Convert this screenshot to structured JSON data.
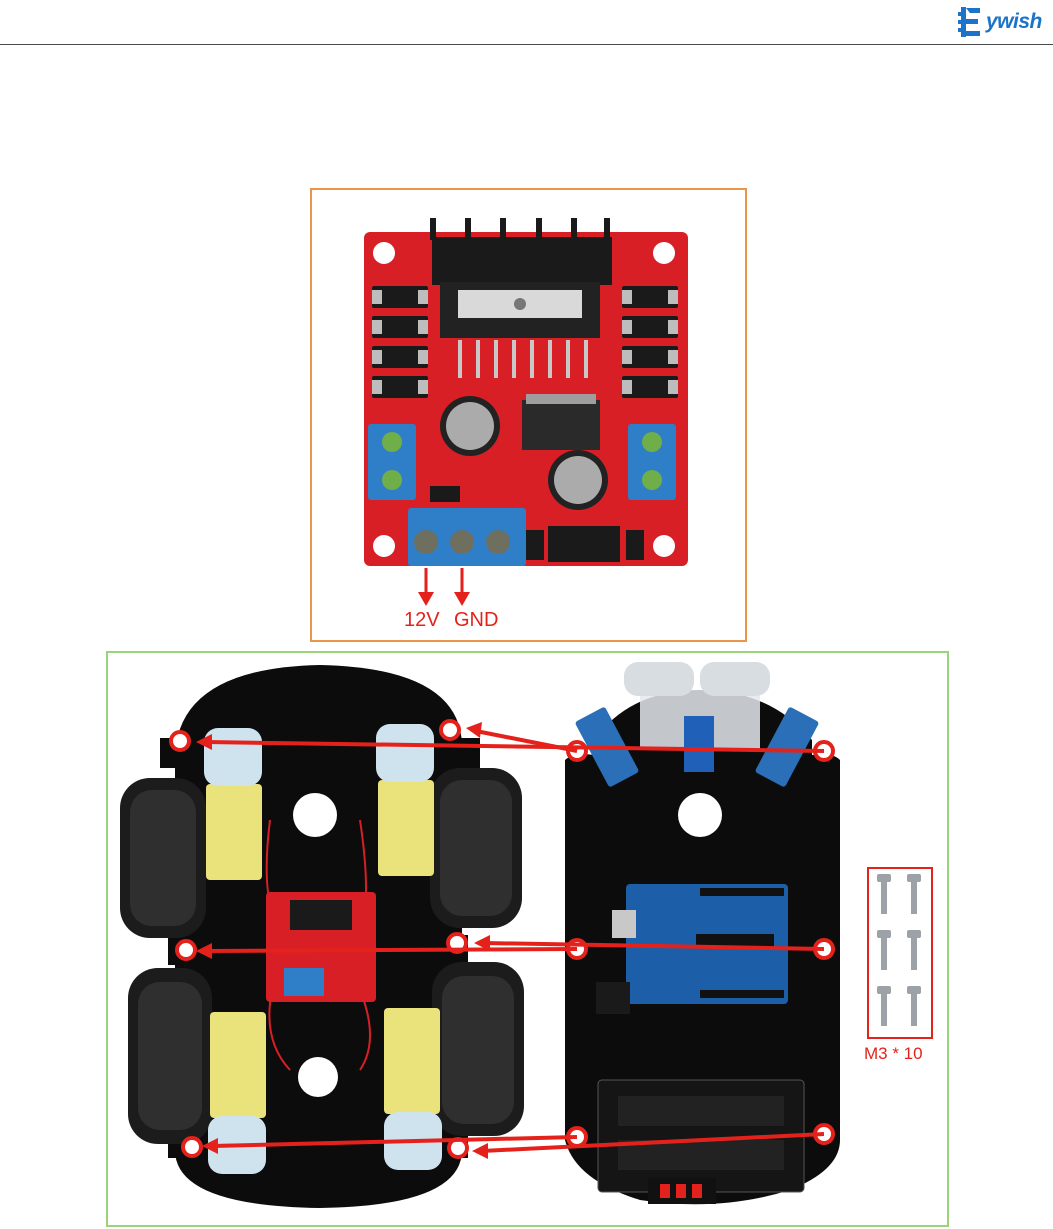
{
  "header": {
    "brand": "ywish",
    "brand_color": "#1d73c8",
    "logo_icon": "gear-k-icon"
  },
  "figure_board": {
    "power_labels": [
      "12V",
      "GND"
    ],
    "frame_color": "#e8964b",
    "arrow_color": "#e4221b"
  },
  "figure_car": {
    "screws_label": "M3 * 10",
    "frame_color": "#9bd378",
    "arrow_color": "#e4221b"
  }
}
